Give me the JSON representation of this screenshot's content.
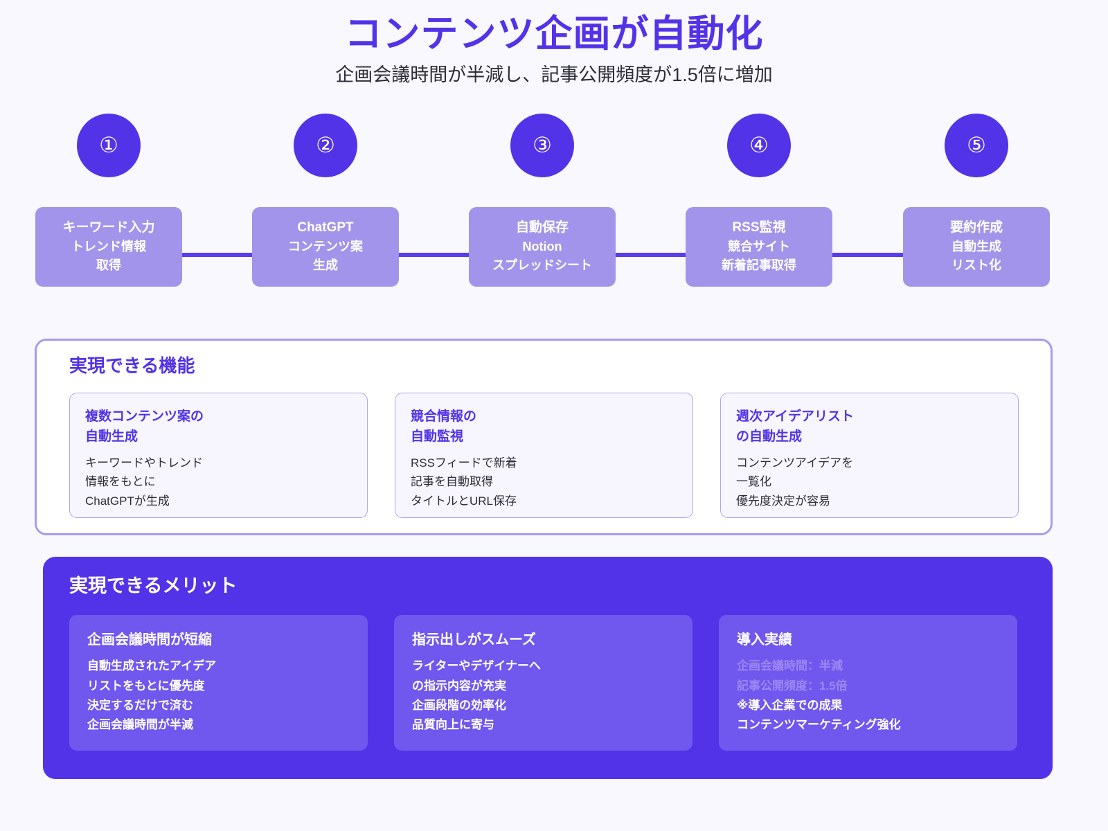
{
  "header": {
    "title": "コンテンツ企画が自動化",
    "subtitle": "企画会議時間が半減し、記事公開頻度が1.5倍に増加"
  },
  "colors": {
    "accent": "#5233E8",
    "step_box": "#A394EB",
    "connector": "#5B3BEE",
    "merit_card": "#7057EE",
    "feature_card_bg": "#F7F6FE",
    "page_bg": "#F8F8FE",
    "dim_text": "#9C87F2"
  },
  "flow": {
    "steps": [
      {
        "number": "①",
        "title": "キーワード入力",
        "lines": [
          "トレンド情報",
          "取得"
        ]
      },
      {
        "number": "②",
        "title": "ChatGPT",
        "lines": [
          "コンテンツ案",
          "生成"
        ]
      },
      {
        "number": "③",
        "title": "自動保存",
        "lines": [
          "Notion",
          "スプレッドシート"
        ]
      },
      {
        "number": "④",
        "title": "RSS監視",
        "lines": [
          "競合サイト",
          "新着記事取得"
        ]
      },
      {
        "number": "⑤",
        "title": "要約作成",
        "lines": [
          "自動生成",
          "リスト化"
        ]
      }
    ]
  },
  "features": {
    "heading": "実現できる機能",
    "cards": [
      {
        "title_lines": [
          "複数コンテンツ案の",
          "自動生成"
        ],
        "body_lines": [
          "キーワードやトレンド",
          "情報をもとに",
          "ChatGPTが生成"
        ]
      },
      {
        "title_lines": [
          "競合情報の",
          "自動監視"
        ],
        "body_lines": [
          "RSSフィードで新着",
          "記事を自動取得",
          "タイトルとURL保存"
        ]
      },
      {
        "title_lines": [
          "週次アイデアリスト",
          "の自動生成"
        ],
        "body_lines": [
          "コンテンツアイデアを",
          "一覧化",
          "優先度決定が容易"
        ]
      }
    ]
  },
  "merits": {
    "heading": "実現できるメリット",
    "cards": [
      {
        "title": "企画会議時間が短縮",
        "lines": [
          {
            "text": "自動生成されたアイデア",
            "dim": false
          },
          {
            "text": "リストをもとに優先度",
            "dim": false
          },
          {
            "text": "決定するだけで済む",
            "dim": false
          },
          {
            "text": "企画会議時間が半減",
            "dim": false
          }
        ]
      },
      {
        "title": "指示出しがスムーズ",
        "lines": [
          {
            "text": "ライターやデザイナーへ",
            "dim": false
          },
          {
            "text": "の指示内容が充実",
            "dim": false
          },
          {
            "text": "企画段階の効率化",
            "dim": false
          },
          {
            "text": "品質向上に寄与",
            "dim": false
          }
        ]
      },
      {
        "title": "導入実績",
        "lines": [
          {
            "text": "企画会議時間：半減",
            "dim": true
          },
          {
            "text": "記事公開頻度：1.5倍",
            "dim": true
          },
          {
            "text": "※導入企業での成果",
            "dim": false
          },
          {
            "text": "コンテンツマーケティング強化",
            "dim": false
          }
        ]
      }
    ]
  }
}
